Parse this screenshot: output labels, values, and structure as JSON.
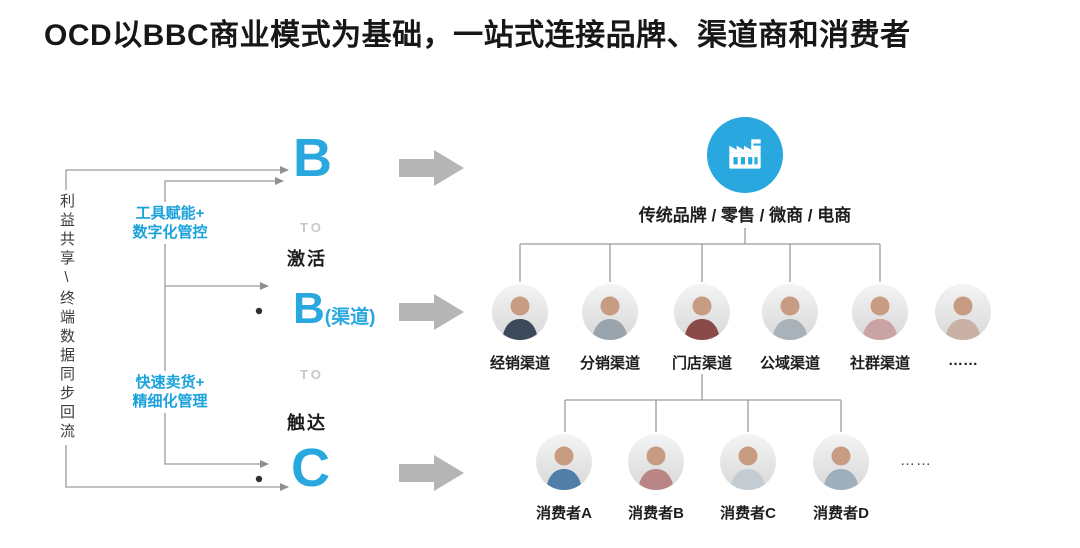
{
  "title": "OCD以BBC商业模式为基础，一站式连接品牌、渠道商和消费者",
  "left_rail": {
    "vertical_label": "利益共享\\终端数据同步回流",
    "tool_note_line1": "工具赋能+",
    "tool_note_line2": "数字化管控",
    "sell_note_line1": "快速卖货+",
    "sell_note_line2": "精细化管理"
  },
  "flow": {
    "b_brand": "B",
    "to_upper": "TO",
    "activate_label": "激活",
    "b_channel": "B",
    "b_channel_suffix": "(渠道)",
    "to_lower": "TO",
    "reach_label": "触达",
    "c_consumer": "C"
  },
  "brand_node": {
    "icon": "factory-icon",
    "caption": "传统品牌 / 零售 / 微商 / 电商"
  },
  "channels": {
    "items": [
      {
        "label": "经销渠道",
        "avatar_color": "#3c4a5c"
      },
      {
        "label": "分销渠道",
        "avatar_color": "#9aa4ad"
      },
      {
        "label": "门店渠道",
        "avatar_color": "#8a4a4a"
      },
      {
        "label": "公域渠道",
        "avatar_color": "#aab2b9"
      },
      {
        "label": "社群渠道",
        "avatar_color": "#caa3a3"
      },
      {
        "label": "……",
        "avatar_color": "#c9b1a6"
      }
    ]
  },
  "consumers": {
    "items": [
      {
        "label": "消费者A",
        "avatar_color": "#4f7fa8"
      },
      {
        "label": "消费者B",
        "avatar_color": "#b98585"
      },
      {
        "label": "消费者C",
        "avatar_color": "#c3cdd3"
      },
      {
        "label": "消费者D",
        "avatar_color": "#9fb0bc"
      }
    ],
    "more": "……"
  },
  "colors": {
    "accent_blue": "#29a8e0",
    "arrow_gray": "#b5b5b5",
    "line_gray": "#9b9b9b",
    "to_gray": "#c8c8c8",
    "text_dark": "#1e1e1e"
  }
}
